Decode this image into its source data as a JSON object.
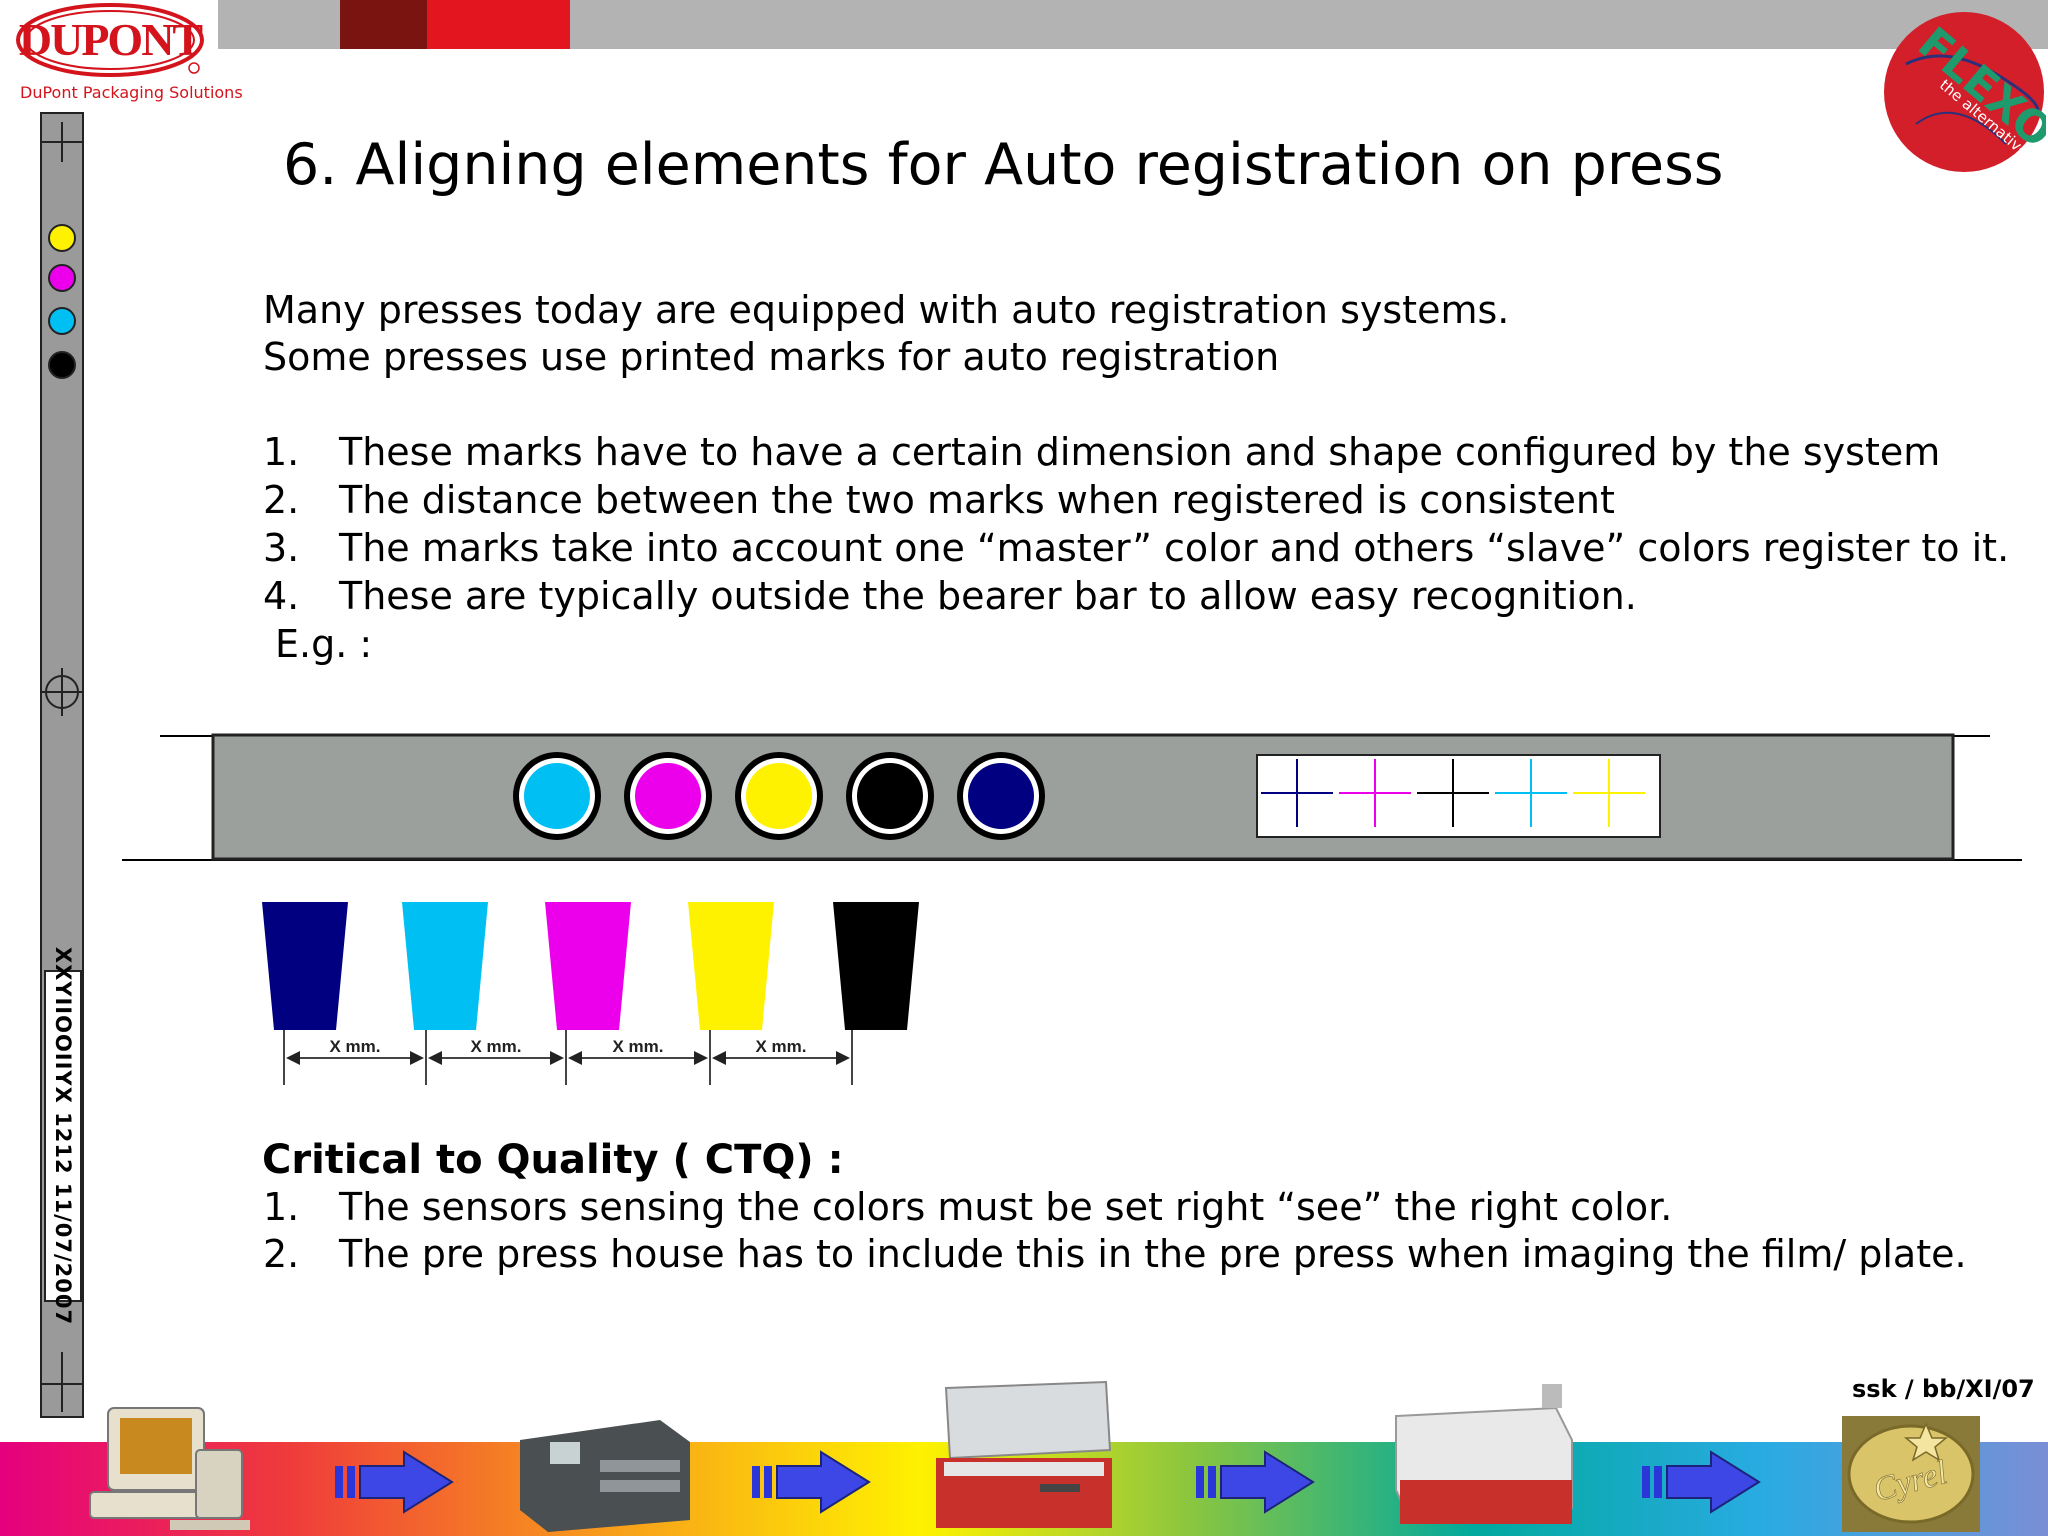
{
  "header": {
    "logo_text": "DUPONT",
    "logo_subtitle": "DuPont Packaging Solutions",
    "seal_text_main": "FLEXO",
    "seal_text_sub": "the alternative"
  },
  "side_strip": {
    "label": "XXYIIOOIIYX  1212 11/07/2007",
    "dot_colors": [
      "#fff200",
      "#ec00ec",
      "#00bff3",
      "#000000"
    ]
  },
  "slide": {
    "title": "6. Aligning elements for Auto registration on press",
    "intro": [
      "Many presses today are equipped with auto registration systems.",
      "Some presses use printed marks for auto registration"
    ],
    "points": [
      {
        "num": "1.",
        "text": "These marks have to have a certain dimension and shape configured by the system"
      },
      {
        "num": "2.",
        "text": "The distance between the two marks when registered is consistent"
      },
      {
        "num": "3.",
        "text": "The marks take into account one “master” color and others “slave” colors register to it."
      },
      {
        "num": "4.",
        "text": "These are typically outside the bearer bar to allow easy recognition."
      }
    ],
    "example_label": "E.g. :",
    "ctq_heading": "Critical to Quality ( CTQ) :",
    "ctq_points": [
      {
        "num": "1.",
        "text": "The sensors sensing the colors must be set right “see” the right color."
      },
      {
        "num": "2.",
        "text": "The pre press house has to include this in the pre press when imaging the film/ plate."
      }
    ]
  },
  "diagram": {
    "mark_colors": [
      "#00bff3",
      "#ec00ec",
      "#fff200",
      "#000000",
      "#000080"
    ],
    "cross_colors": [
      "#000080",
      "#ec00ec",
      "#000000",
      "#00bff3",
      "#fff200"
    ],
    "wedge_colors": [
      "#000080",
      "#00bff3",
      "#ec00ec",
      "#fff200",
      "#000000"
    ],
    "gap_labels": [
      "X mm.",
      "X mm.",
      "X mm.",
      "X mm."
    ]
  },
  "footer": {
    "code": "ssk / bb/XI/07",
    "cyrel_text": "Cyrel"
  }
}
